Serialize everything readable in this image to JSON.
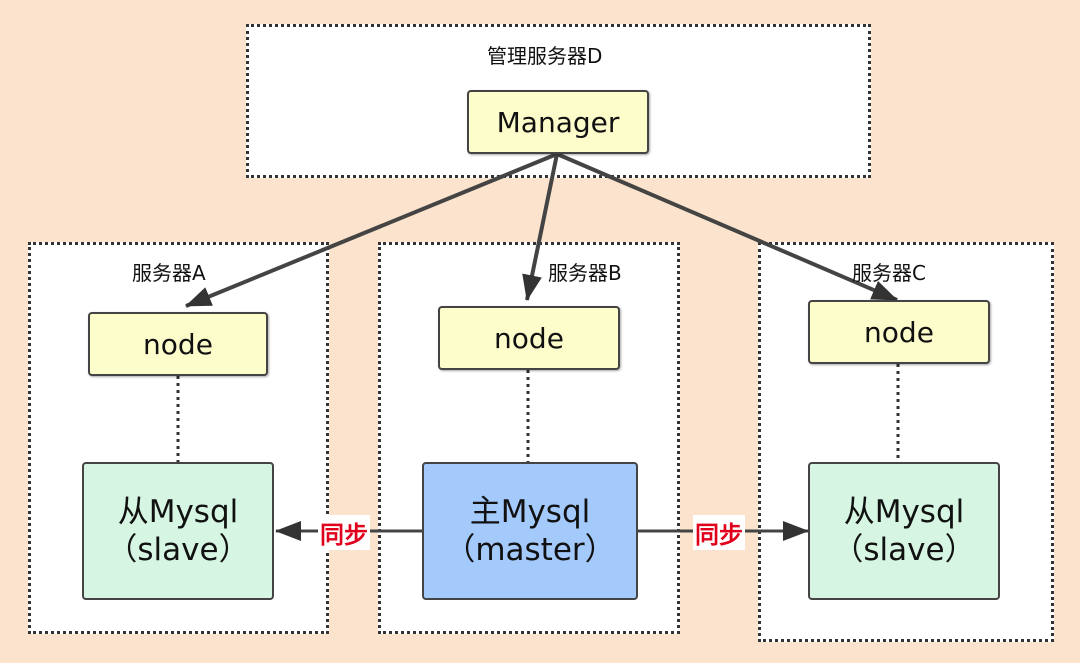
{
  "management_server": {
    "label": "管理服务器D",
    "manager": "Manager"
  },
  "servers": [
    {
      "label": "服务器A",
      "node": "node",
      "mysql_line1": "从Mysql",
      "mysql_line2": "（slave）"
    },
    {
      "label": "服务器B",
      "node": "node",
      "mysql_line1": "主Mysql",
      "mysql_line2": "（master）"
    },
    {
      "label": "服务器C",
      "node": "node",
      "mysql_line1": "从Mysql",
      "mysql_line2": "（slave）"
    }
  ],
  "sync_left": "同步",
  "sync_right": "同步",
  "colors": {
    "background": "#fbe3cd",
    "node_fill": "#fdfccb",
    "slave_fill": "#d6f5e3",
    "master_fill": "#a4c9fb",
    "sync_text": "#e0001b"
  }
}
